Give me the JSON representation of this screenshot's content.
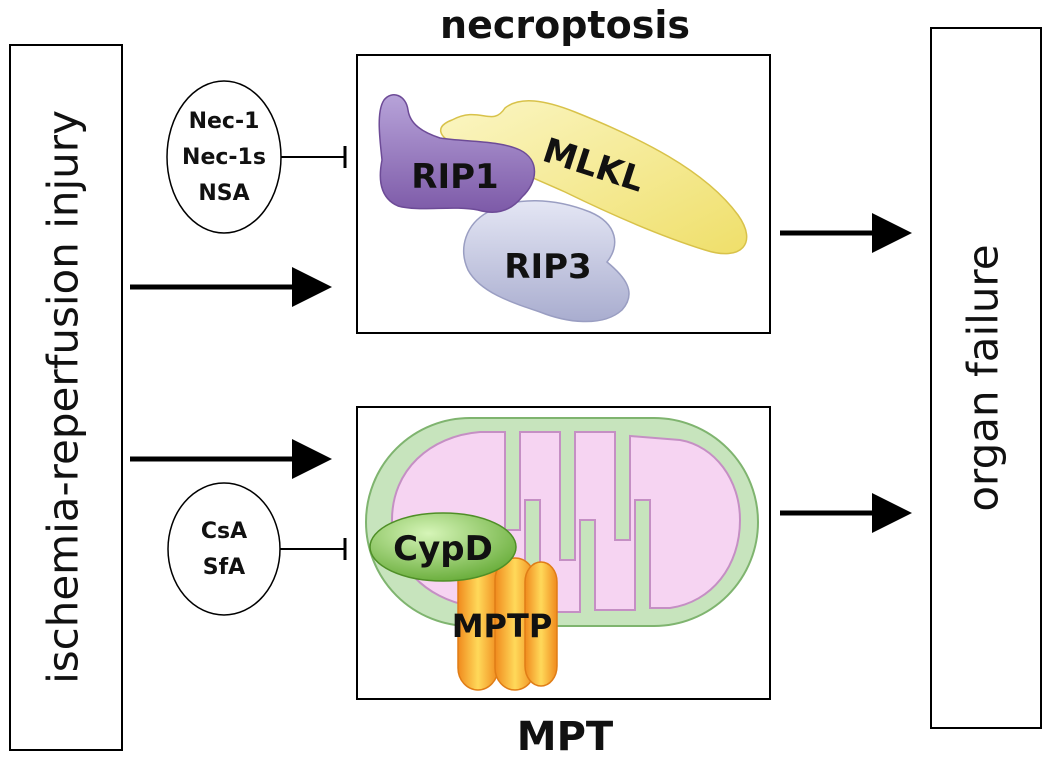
{
  "left_box": {
    "label": "ischemia-reperfusion injury"
  },
  "right_box": {
    "label": "organ failure"
  },
  "necroptosis": {
    "title": "necroptosis",
    "inhibitors": [
      "Nec-1",
      "Nec-1s",
      "NSA"
    ],
    "proteins": {
      "rip1": "RIP1",
      "rip3": "RIP3",
      "mlkl": "MLKL"
    }
  },
  "mpt": {
    "title": "MPT",
    "inhibitors": [
      "CsA",
      "SfA"
    ],
    "proteins": {
      "cypd": "CypD",
      "mptp": "MPTP"
    }
  },
  "colors": {
    "rip1": "#9c7fc4",
    "rip3": "#c9cce6",
    "mlkl": "#f4ea8a",
    "mito_outer": "#b9dcb0",
    "mito_inner": "#f3c9ef",
    "cypd": "#7ac943",
    "mptp": "#f6b93b"
  }
}
